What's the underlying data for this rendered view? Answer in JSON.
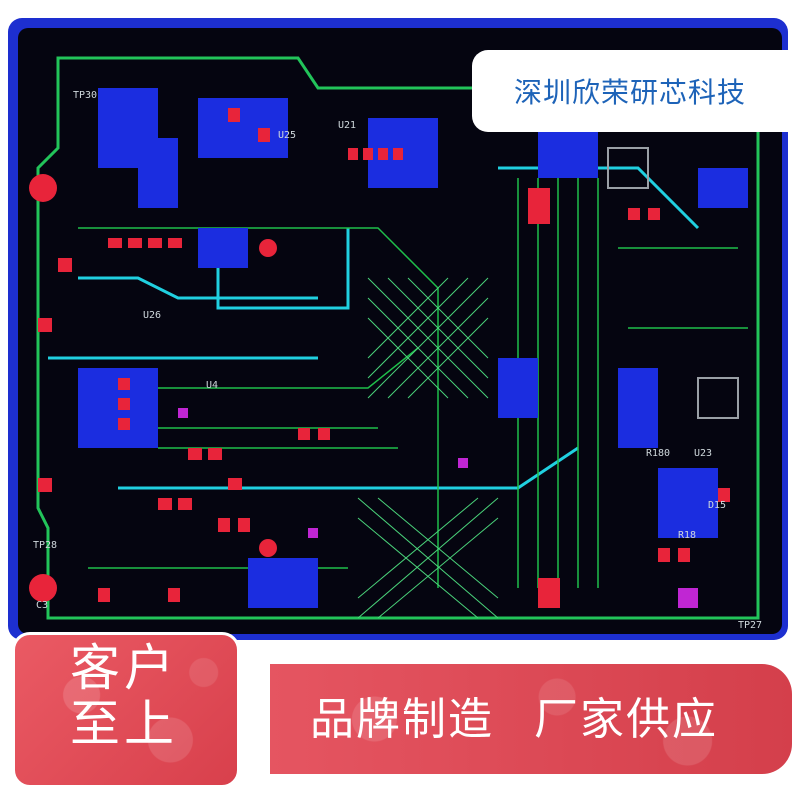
{
  "brand": {
    "company_name": "深圳欣荣研芯科技"
  },
  "banner": {
    "left_line1": "客户",
    "left_line2": "至上",
    "right_phrase1": "品牌制造",
    "right_phrase2": "厂家供应"
  },
  "pcb_labels": [
    "TP30",
    "TP28",
    "TP27",
    "U26",
    "U25",
    "U21",
    "U23",
    "U4",
    "R180",
    "D15",
    "R18",
    "C3"
  ],
  "colors": {
    "frame_blue": "#1d2fd0",
    "brand_text": "#1d63b8",
    "banner_red": "#e34a57",
    "pcb_bg": "#050510"
  }
}
